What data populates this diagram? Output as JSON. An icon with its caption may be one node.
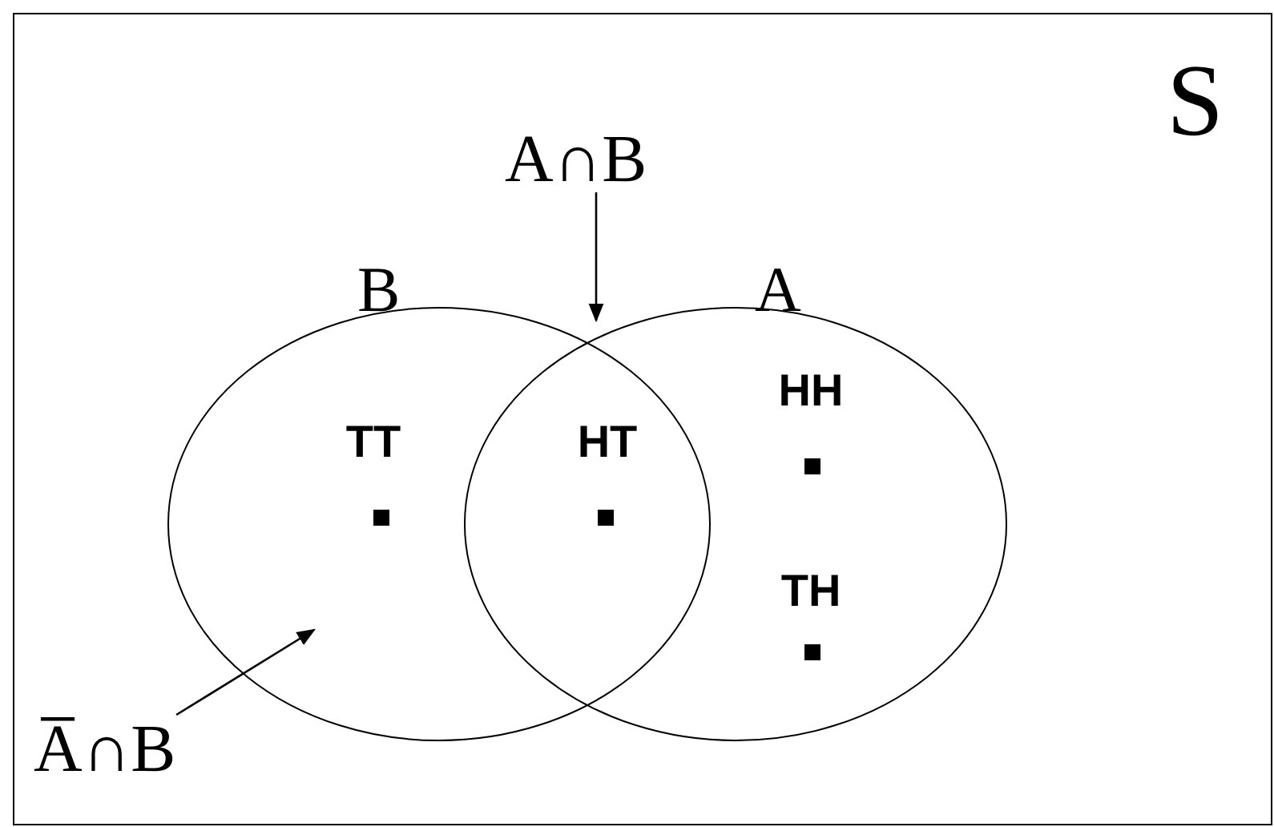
{
  "diagram": {
    "nodes": [
      {
        "text": [
          "S"
        ]
      },
      {
        "text": [
          "A∩B"
        ],
        "in": 0
      },
      {
        "text": [
          "B"
        ],
        "in": 0
      },
      {
        "text": [
          "A"
        ],
        "in": 0
      },
      {
        "text": [
          "A̅∩B"
        ],
        "in": 0
      }
    ],
    "edges": [
      {
        "from": 1,
        "to": 2,
        "arrow": "to"
      },
      {
        "from": 4,
        "to": 2,
        "arrow": "to"
      }
    ],
    "labels": [
      "TT",
      "HT",
      "HH",
      "TH"
    ]
  }
}
